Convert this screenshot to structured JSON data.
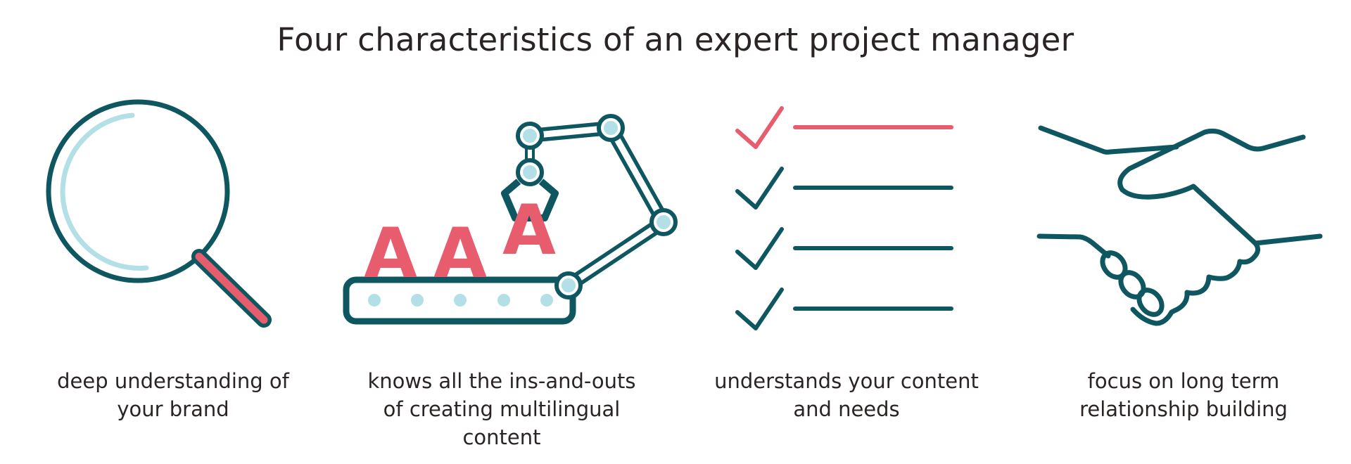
{
  "title": "Four characteristics of an expert project manager",
  "colors": {
    "teal": "#0e5660",
    "pink": "#e85d6e",
    "light_blue": "#b2e0e6",
    "text": "#2b2424"
  },
  "items": [
    {
      "icon": "magnifying-glass-icon",
      "caption_lines": [
        "deep understanding of",
        "your brand"
      ]
    },
    {
      "icon": "robot-arm-conveyor-icon",
      "letters": [
        "A",
        "A",
        "A"
      ],
      "caption_lines": [
        "knows all the ins-and-outs",
        "of creating multilingual",
        "content"
      ]
    },
    {
      "icon": "checklist-icon",
      "caption_lines": [
        "understands your content",
        "and needs"
      ]
    },
    {
      "icon": "handshake-icon",
      "caption_lines": [
        "focus on long term",
        "relationship building"
      ]
    }
  ]
}
